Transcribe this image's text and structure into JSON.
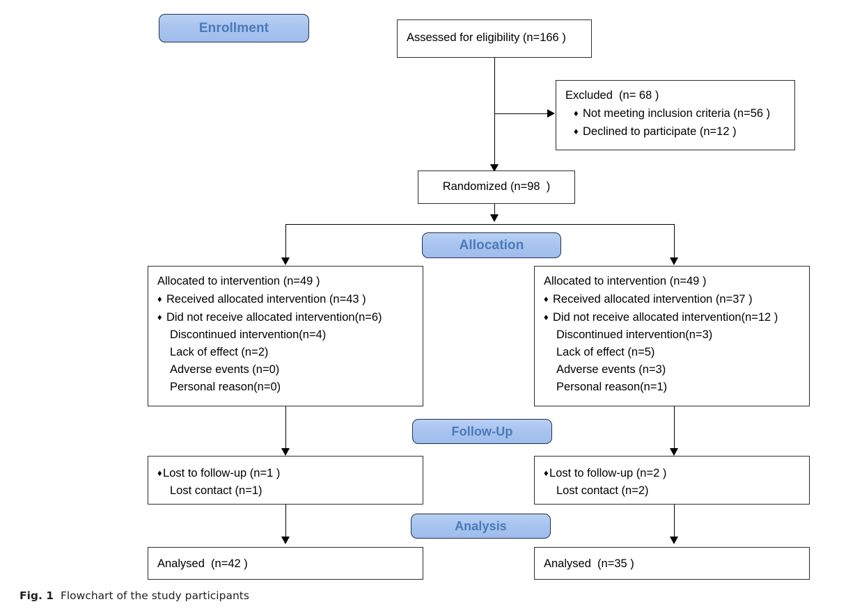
{
  "figure": {
    "number": "Fig. 1",
    "caption": "Flowchart of the study participants"
  },
  "stages": {
    "enrollment": "Enrollment",
    "allocation": "Allocation",
    "followup": "Follow-Up",
    "analysis": "Analysis"
  },
  "colors": {
    "stage_fill": "#a9c4ef",
    "stage_border": "#20304c",
    "stage_text": "#4a7ab8",
    "box_border": "#2b2b2b",
    "connector": "#000000",
    "caption_text": "#231f20"
  },
  "boxes": {
    "assessed": {
      "lines": [
        "Assessed for eligibility (n=166 )"
      ]
    },
    "excluded": {
      "lines": [
        "Excluded  (n= 68 )",
        "Not meeting inclusion criteria (n=56 )",
        "Declined to participate (n=12 )"
      ]
    },
    "randomized": {
      "lines": [
        "Randomized (n=98  )"
      ]
    },
    "allocated_left": {
      "lines": [
        "Allocated to intervention (n=49 )",
        "Received allocated intervention (n=43 )",
        "Did not receive allocated intervention(n=6)",
        "Discontinued intervention(n=4)",
        "Lack of effect (n=2)",
        "Adverse events (n=0)",
        "Personal reason(n=0)"
      ]
    },
    "allocated_right": {
      "lines": [
        "Allocated to intervention (n=49 )",
        "Received allocated intervention (n=37 )",
        "Did not receive allocated intervention(n=12 )",
        "Discontinued intervention(n=3)",
        "Lack of effect (n=5)",
        "Adverse events (n=3)",
        "Personal reason(n=1)"
      ]
    },
    "followup_left": {
      "lines": [
        "Lost to follow-up (n=1 )",
        "Lost contact (n=1)"
      ]
    },
    "followup_right": {
      "lines": [
        "Lost to follow-up (n=2 )",
        "Lost contact (n=2)"
      ]
    },
    "analysed_left": {
      "lines": [
        "Analysed  (n=42 )"
      ]
    },
    "analysed_right": {
      "lines": [
        "Analysed  (n=35 )"
      ]
    }
  },
  "chart_data": {
    "type": "diagram",
    "title": "CONSORT participant flow",
    "nodes": [
      {
        "id": "assessed",
        "stage": "Enrollment",
        "label": "Assessed for eligibility",
        "n": 166
      },
      {
        "id": "excluded",
        "stage": "Enrollment",
        "label": "Excluded",
        "n": 68,
        "reasons": [
          {
            "label": "Not meeting inclusion criteria",
            "n": 56
          },
          {
            "label": "Declined to participate",
            "n": 12
          }
        ]
      },
      {
        "id": "randomized",
        "stage": "Enrollment",
        "label": "Randomized",
        "n": 98
      },
      {
        "id": "allocated_left",
        "stage": "Allocation",
        "label": "Allocated to intervention",
        "n": 49,
        "detail": [
          {
            "label": "Received allocated intervention",
            "n": 43
          },
          {
            "label": "Did not receive allocated intervention",
            "n": 6
          },
          {
            "label": "Discontinued intervention",
            "n": 4
          },
          {
            "label": "Lack of effect",
            "n": 2
          },
          {
            "label": "Adverse events",
            "n": 0
          },
          {
            "label": "Personal reason",
            "n": 0
          }
        ]
      },
      {
        "id": "allocated_right",
        "stage": "Allocation",
        "label": "Allocated to intervention",
        "n": 49,
        "detail": [
          {
            "label": "Received allocated intervention",
            "n": 37
          },
          {
            "label": "Did not receive allocated intervention",
            "n": 12
          },
          {
            "label": "Discontinued intervention",
            "n": 3
          },
          {
            "label": "Lack of effect",
            "n": 5
          },
          {
            "label": "Adverse events",
            "n": 3
          },
          {
            "label": "Personal reason",
            "n": 1
          }
        ]
      },
      {
        "id": "followup_left",
        "stage": "Follow-Up",
        "label": "Lost to follow-up",
        "n": 1,
        "detail": [
          {
            "label": "Lost contact",
            "n": 1
          }
        ]
      },
      {
        "id": "followup_right",
        "stage": "Follow-Up",
        "label": "Lost to follow-up",
        "n": 2,
        "detail": [
          {
            "label": "Lost contact",
            "n": 2
          }
        ]
      },
      {
        "id": "analysed_left",
        "stage": "Analysis",
        "label": "Analysed",
        "n": 42
      },
      {
        "id": "analysed_right",
        "stage": "Analysis",
        "label": "Analysed",
        "n": 35
      }
    ],
    "edges": [
      {
        "from": "assessed",
        "to": "randomized"
      },
      {
        "from": "assessed",
        "to": "excluded"
      },
      {
        "from": "randomized",
        "to": "allocated_left"
      },
      {
        "from": "randomized",
        "to": "allocated_right"
      },
      {
        "from": "allocated_left",
        "to": "followup_left"
      },
      {
        "from": "allocated_right",
        "to": "followup_right"
      },
      {
        "from": "followup_left",
        "to": "analysed_left"
      },
      {
        "from": "followup_right",
        "to": "analysed_right"
      }
    ]
  }
}
